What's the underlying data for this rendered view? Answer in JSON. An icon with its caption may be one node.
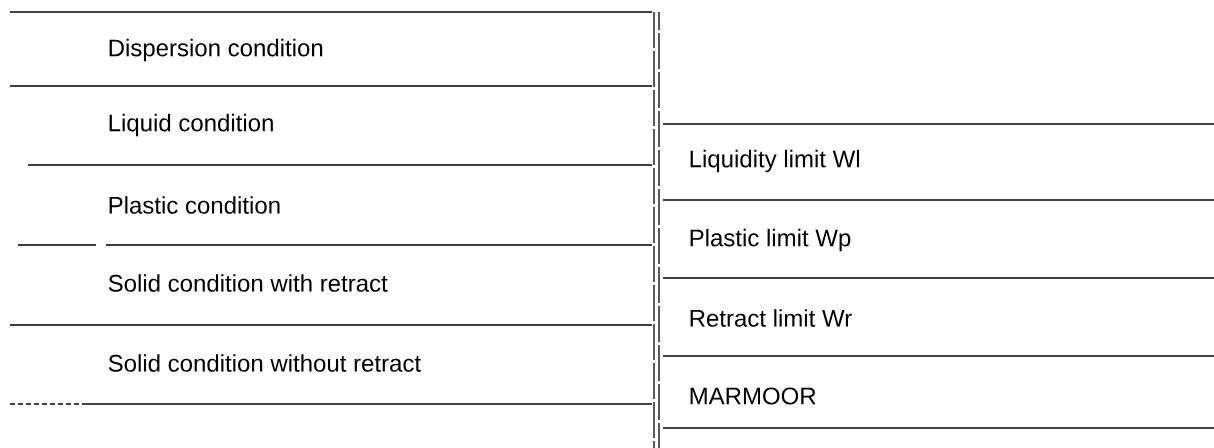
{
  "diagram": {
    "labels": [
      "Dispersion condition",
      "Liquid condition",
      "Liquidity limit Wl",
      "Plastic condition",
      "Plastic limit Wp",
      "Solid condition with retract",
      "Retract limit Wr",
      "Solid condition without retract",
      "MARMOOR"
    ]
  }
}
